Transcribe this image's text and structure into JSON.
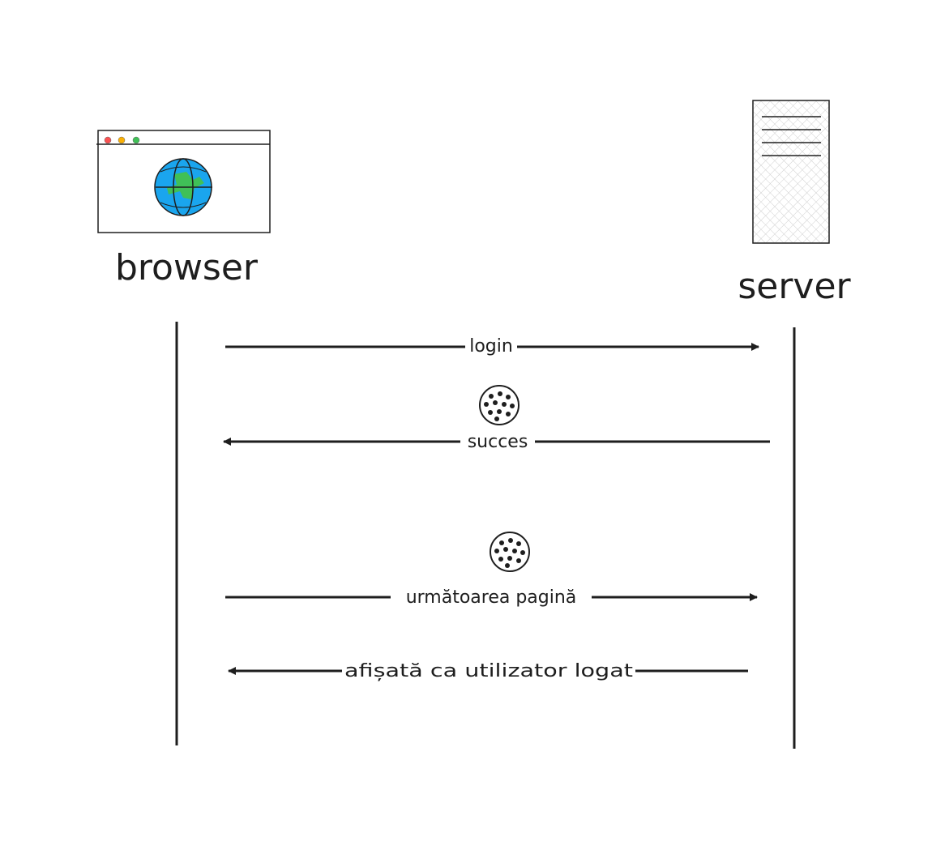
{
  "actors": {
    "browser": "browser",
    "server": "server"
  },
  "messages": [
    {
      "label": "login",
      "direction": "to-server"
    },
    {
      "label": "succes",
      "direction": "to-browser"
    },
    {
      "label": "următoarea pagină",
      "direction": "to-server"
    },
    {
      "label": "afișată ca utilizator logat",
      "direction": "to-browser"
    }
  ],
  "colors": {
    "stroke": "#1e1e1e",
    "globe": "#1aa5ee",
    "land": "#40c057",
    "dot_red": "#fa5252",
    "dot_orange": "#fab005",
    "dot_green": "#40c057"
  }
}
